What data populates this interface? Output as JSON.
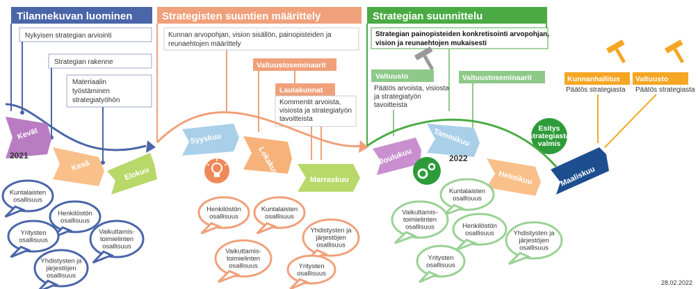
{
  "phases": [
    {
      "title": "Tilannekuvan luominen",
      "color": "#4a65a8"
    },
    {
      "title": "Strategisten suuntien määrittely",
      "color": "#f0a07a"
    },
    {
      "title": "Strategian suunnittelu",
      "color": "#4aab44"
    }
  ],
  "phase1_boxes": [
    "Nykyisen strategian arviointi",
    "Strategian rakenne",
    "Materiaalin",
    "työstäminen",
    "strategiatyöhön"
  ],
  "phase2_intro": [
    "Kunnan arvopohjan, vision sisällön, painopisteiden ja",
    "reunaehtojen määrittely"
  ],
  "phase2_tags": {
    "valtuustoseminaarit": "Valtuustoseminaarit",
    "lautakunnat": "Lautakunnat"
  },
  "phase2_comment": [
    "Kommentit arvoista,",
    "visiosta ja strategiatyön",
    "tavoitteista"
  ],
  "phase3_intro": [
    "Strategian painopisteiden konkretisointi arvopohjan,",
    "vision ja reunaehtojen mukaisesti"
  ],
  "phase3_tags": {
    "valtuusto": "Valtuusto",
    "valtuustoseminaarit": "Valtuustoseminaarit"
  },
  "phase3_decision": [
    "Päätös arvoista, visiosta",
    "ja strategiatyön",
    "tavoitteista"
  ],
  "esitys": [
    "Esitys",
    "strategiasta",
    "valmis"
  ],
  "final": [
    {
      "tag": "Kunnanhallitus",
      "text": "Päätös strategiasta"
    },
    {
      "tag": "Valtuusto",
      "text": "Päätös strategiasta"
    }
  ],
  "months": [
    "Kevät",
    "Kesä",
    "Elokuu",
    "Syyskuu",
    "Lokakuu",
    "Marraskuu",
    "Joulukuu",
    "Tammikuu",
    "Helmikuu",
    "Maaliskuu"
  ],
  "years": [
    "2021",
    "2022"
  ],
  "bubbles1": [
    [
      "Kuntalaisten",
      "osallisuus"
    ],
    [
      "Henkilöstön",
      "osallisuus"
    ],
    [
      "Yritysten",
      "osallisuus"
    ],
    [
      "Vaikuttamis-",
      "toimielinten",
      "osallisuus"
    ],
    [
      "Yhdistysten ja",
      "järjestöjen",
      "osallisuus"
    ]
  ],
  "bubbles2": [
    [
      "Henkilöstön",
      "osallisuus"
    ],
    [
      "Kuntalaisten",
      "osallisuus"
    ],
    [
      "Yhdistysten ja",
      "järjestöjen",
      "osallisuus"
    ],
    [
      "Vaikuttamis-",
      "toimielinten",
      "osallisuus"
    ],
    [
      "Yritysten",
      "osallisuus"
    ]
  ],
  "bubbles3": [
    [
      "Kuntalaisten",
      "osallisuus"
    ],
    [
      "Vaikuttamis-",
      "toimielinten",
      "osallisuus"
    ],
    [
      "Henkilöstön",
      "osallisuus"
    ],
    [
      "Yhdistysten ja",
      "järjestöjen",
      "osallisuus"
    ],
    [
      "Yritysten",
      "osallisuus"
    ]
  ],
  "date": "28.02.2022",
  "colors": {
    "blue": "#4a65a8",
    "orange": "#f0a07a",
    "green": "#4aab44",
    "gold": "#f5a623",
    "purple": "#b97bc2",
    "navy": "#1d4e8f"
  }
}
